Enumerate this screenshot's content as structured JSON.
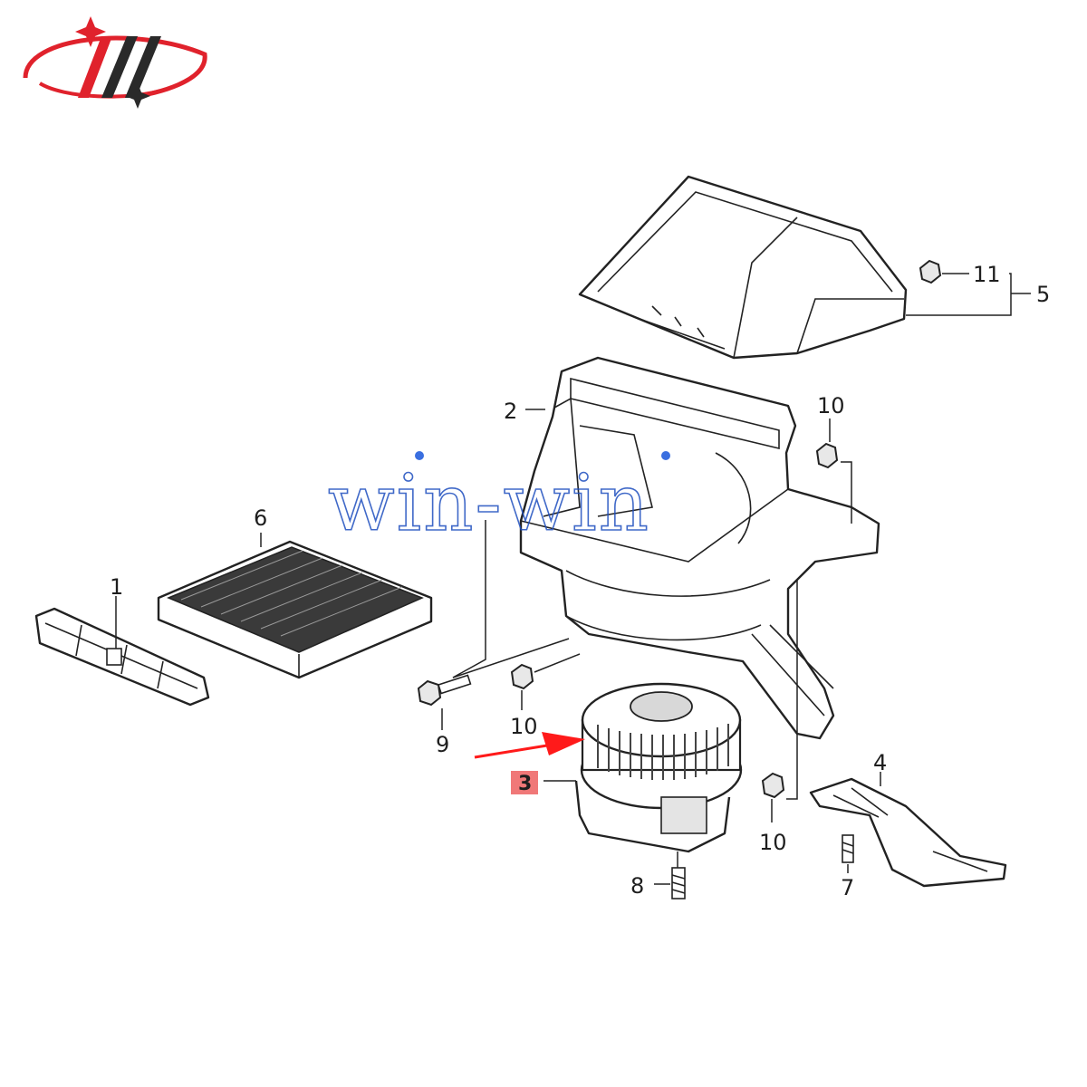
{
  "colors": {
    "logo_red": "#e0222c",
    "logo_dark": "#2a2a2a",
    "arrow_red": "#ff1a1a",
    "highlight_box": "#f07878",
    "watermark_blue": "#1f4fbf"
  },
  "watermark": {
    "text": "win-win"
  },
  "callouts": {
    "part1": "1",
    "part2": "2",
    "part3": "3",
    "part4": "4",
    "part5": "5",
    "part6": "6",
    "part7": "7",
    "part8": "8",
    "part9": "9",
    "part10_top": "10",
    "part10_mid": "10",
    "part10_bottom": "10",
    "part11": "11"
  }
}
